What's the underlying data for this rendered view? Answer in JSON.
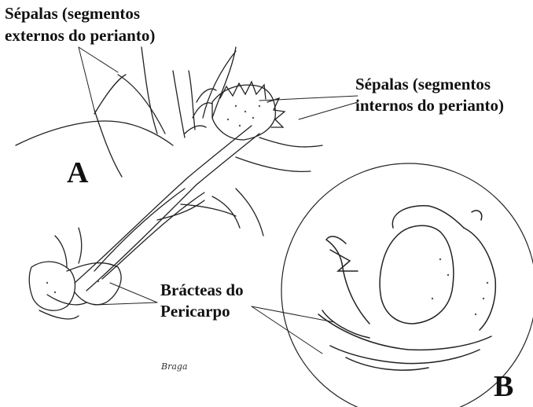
{
  "labels": {
    "sepals_outer_line1": "Sépalas (segmentos",
    "sepals_outer_line2": "externos do perianto)",
    "sepals_inner_line1": "Sépalas (segmentos",
    "sepals_inner_line2": "internos do perianto)",
    "bracts_line1": "Brácteas do",
    "bracts_line2": "Pericarpo",
    "panel_a": "A",
    "panel_b": "B"
  },
  "signature": "Braga",
  "colors": {
    "ink": "#111111",
    "paper": "#ffffff"
  }
}
